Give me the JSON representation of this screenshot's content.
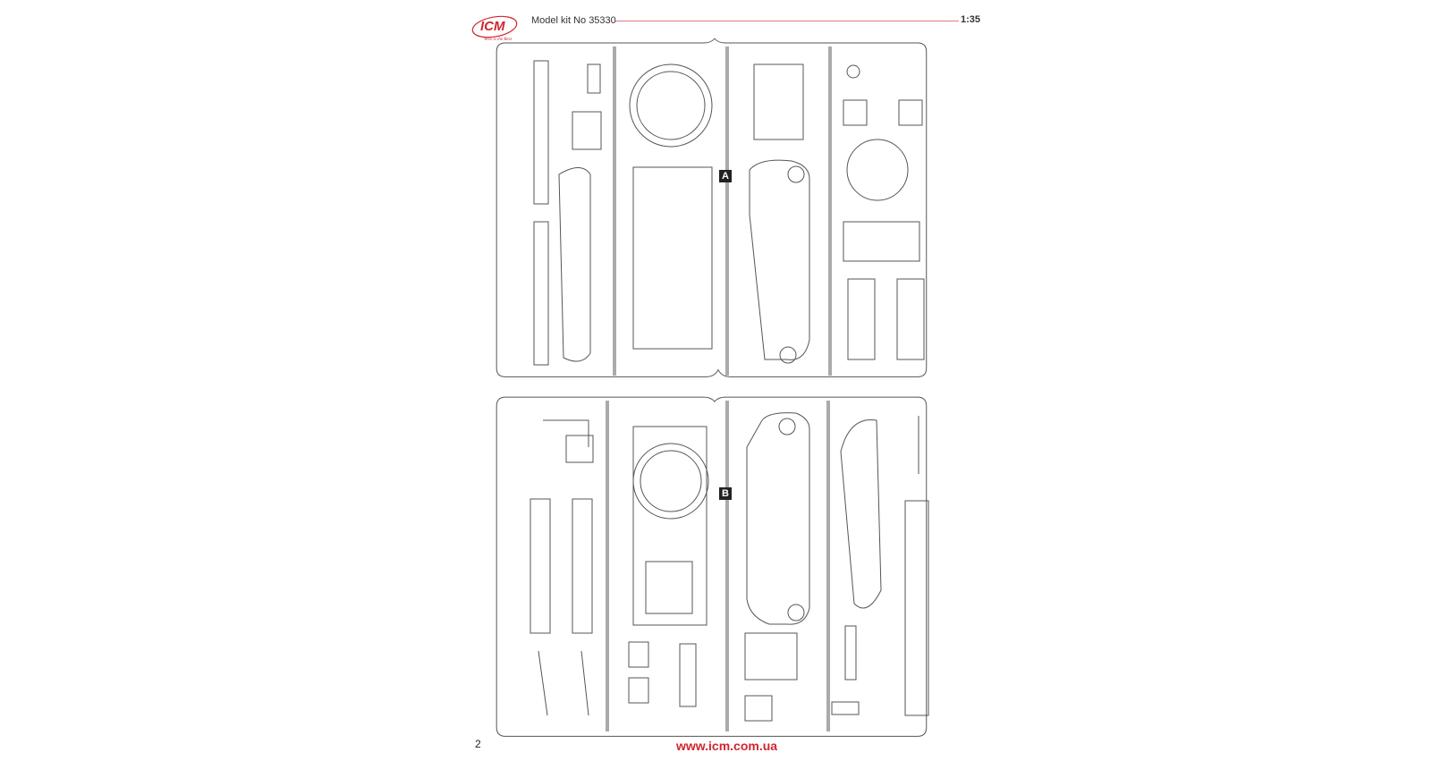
{
  "header": {
    "logo_text": "ICM",
    "logo_tagline": "Who is the Best",
    "kit_label": "Model kit No 35330",
    "scale": "1:35"
  },
  "sprues": [
    {
      "label": "A"
    },
    {
      "label": "B"
    }
  ],
  "footer": {
    "page_number": "2",
    "url": "www.icm.com.ua"
  },
  "colors": {
    "accent": "#d0262f",
    "rule": "#e07a80",
    "line": "#555555"
  }
}
